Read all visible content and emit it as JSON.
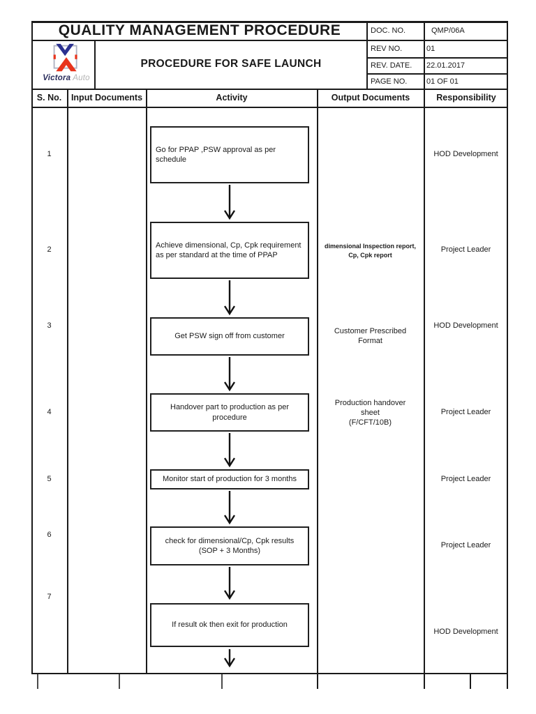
{
  "header": {
    "title": "QUALITY MANAGEMENT PROCEDURE",
    "subtitle": "PROCEDURE FOR SAFE LAUNCH",
    "logo": {
      "brand_primary": "Victora",
      "brand_secondary": "Auto"
    },
    "meta": [
      {
        "label": "DOC. NO.",
        "value": "QMP/06A"
      },
      {
        "label": "REV NO.",
        "value": "01"
      },
      {
        "label": "REV. DATE.",
        "value": "22.01.2017"
      },
      {
        "label": "PAGE NO.",
        "value": "01 OF 01"
      }
    ]
  },
  "columns": [
    "S. No.",
    "Input Documents",
    "Activity",
    "Output Documents",
    "Responsibility"
  ],
  "rows": [
    {
      "sno": "1",
      "activity": "Go for PPAP ,PSW approval as per schedule",
      "output": "",
      "responsibility": "HOD Development"
    },
    {
      "sno": "2",
      "activity": "Achieve dimensional, Cp, Cpk requirement as per standard at the time of PPAP",
      "output": "dimensional Inspection report,\nCp, Cpk report",
      "responsibility": "Project Leader"
    },
    {
      "sno": "3",
      "activity": "Get PSW sign off from customer",
      "output": "Customer Prescribed\nFormat",
      "responsibility": "HOD Development"
    },
    {
      "sno": "4",
      "activity": "Handover part to production as per procedure",
      "output": "Production handover\nsheet\n(F/CFT/10B)",
      "responsibility": "Project Leader"
    },
    {
      "sno": "5",
      "activity": "Monitor start of production for 3 months",
      "output": "",
      "responsibility": "Project Leader"
    },
    {
      "sno": "6",
      "activity": "check for dimensional/Cp, Cpk results (SOP + 3 Months)",
      "output": "",
      "responsibility": "Project Leader"
    },
    {
      "sno": "7",
      "activity": "If result ok then exit for production",
      "output": "",
      "responsibility": "HOD Development"
    }
  ],
  "colors": {
    "ink": "#1a1a1a",
    "logo_blue": "#2b3190",
    "logo_red": "#e8341c",
    "brand_gray": "#b3b3b3"
  }
}
